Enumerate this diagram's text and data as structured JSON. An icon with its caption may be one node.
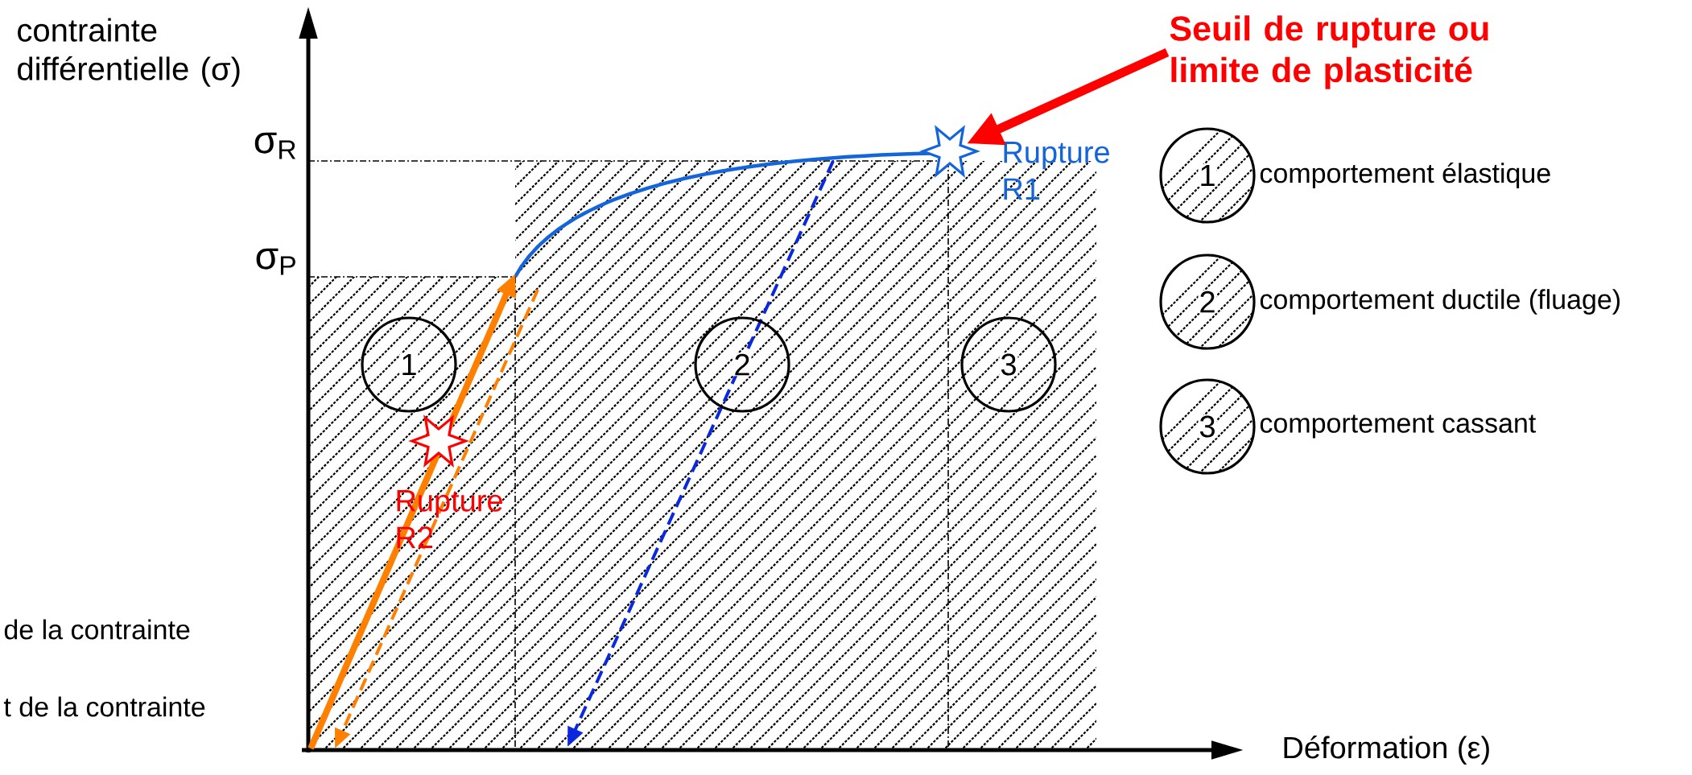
{
  "diagram": {
    "nodes": [
      {
        "text": [
          "Seuil de rupture ou limite de plasticité"
        ]
      },
      {
        "text": [],
        "shape": "star",
        "beside": [
          "Rupture R1"
        ]
      },
      {
        "text": [],
        "shape": "star",
        "beside": [
          "Rupture R2"
        ]
      },
      {
        "text": [
          "1"
        ]
      },
      {
        "text": [
          "2"
        ]
      },
      {
        "text": [
          "3"
        ]
      },
      {
        "text": [
          "1"
        ],
        "beside": [
          "comportement élastique"
        ]
      },
      {
        "text": [
          "2"
        ],
        "beside": [
          "comportement ductile (fluage)"
        ]
      },
      {
        "text": [
          "3"
        ],
        "beside": [
          "comportement cassant"
        ]
      }
    ],
    "edges": [
      {
        "from": 0,
        "to": 1,
        "arrow": "to",
        "color": "#ff0000"
      }
    ],
    "labels": [
      "contrainte différentielle (σ)",
      "σ$_{R}$",
      "σ$_{P}$",
      "de la contrainte",
      "t de la contrainte",
      "Déformation (ε)"
    ]
  }
}
